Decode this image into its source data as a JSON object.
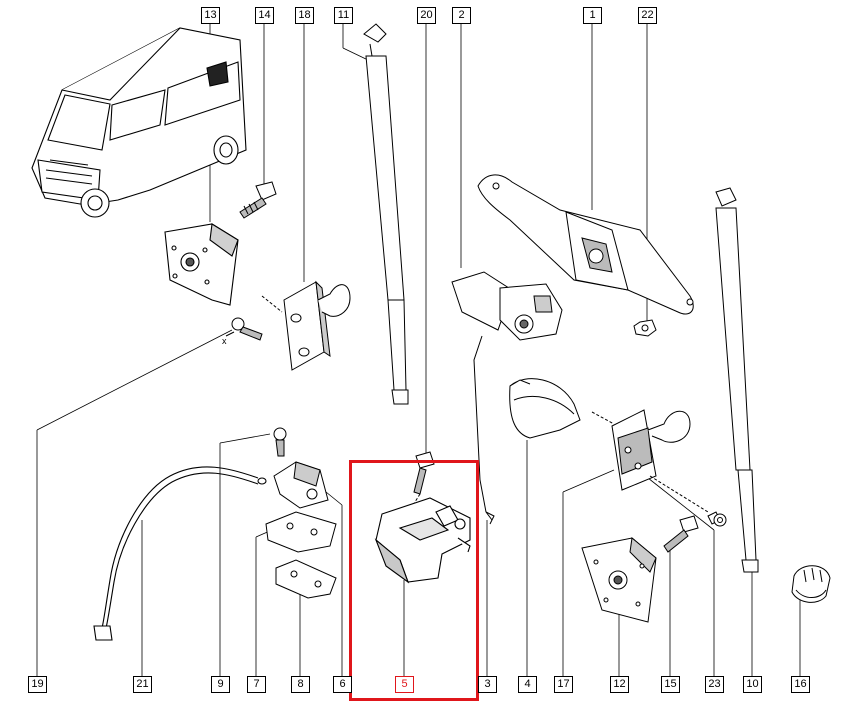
{
  "diagram": {
    "callouts": [
      {
        "id": "13",
        "label": "13"
      },
      {
        "id": "14",
        "label": "14"
      },
      {
        "id": "18",
        "label": "18"
      },
      {
        "id": "11",
        "label": "11"
      },
      {
        "id": "20",
        "label": "20"
      },
      {
        "id": "2",
        "label": "2"
      },
      {
        "id": "1",
        "label": "1"
      },
      {
        "id": "22",
        "label": "22"
      },
      {
        "id": "19",
        "label": "19"
      },
      {
        "id": "21",
        "label": "21"
      },
      {
        "id": "9",
        "label": "9"
      },
      {
        "id": "7",
        "label": "7"
      },
      {
        "id": "8",
        "label": "8"
      },
      {
        "id": "6",
        "label": "6"
      },
      {
        "id": "5",
        "label": "5"
      },
      {
        "id": "3",
        "label": "3"
      },
      {
        "id": "4",
        "label": "4"
      },
      {
        "id": "17",
        "label": "17"
      },
      {
        "id": "12",
        "label": "12"
      },
      {
        "id": "15",
        "label": "15"
      },
      {
        "id": "23",
        "label": "23"
      },
      {
        "id": "10",
        "label": "10"
      },
      {
        "id": "16",
        "label": "16"
      }
    ],
    "selected_part": "5",
    "axis_marker": "x",
    "colors": {
      "line": "#000000",
      "part_fill": "#ffffff",
      "part_shade": "#c8c8c8",
      "highlight": "#e0161b"
    }
  }
}
